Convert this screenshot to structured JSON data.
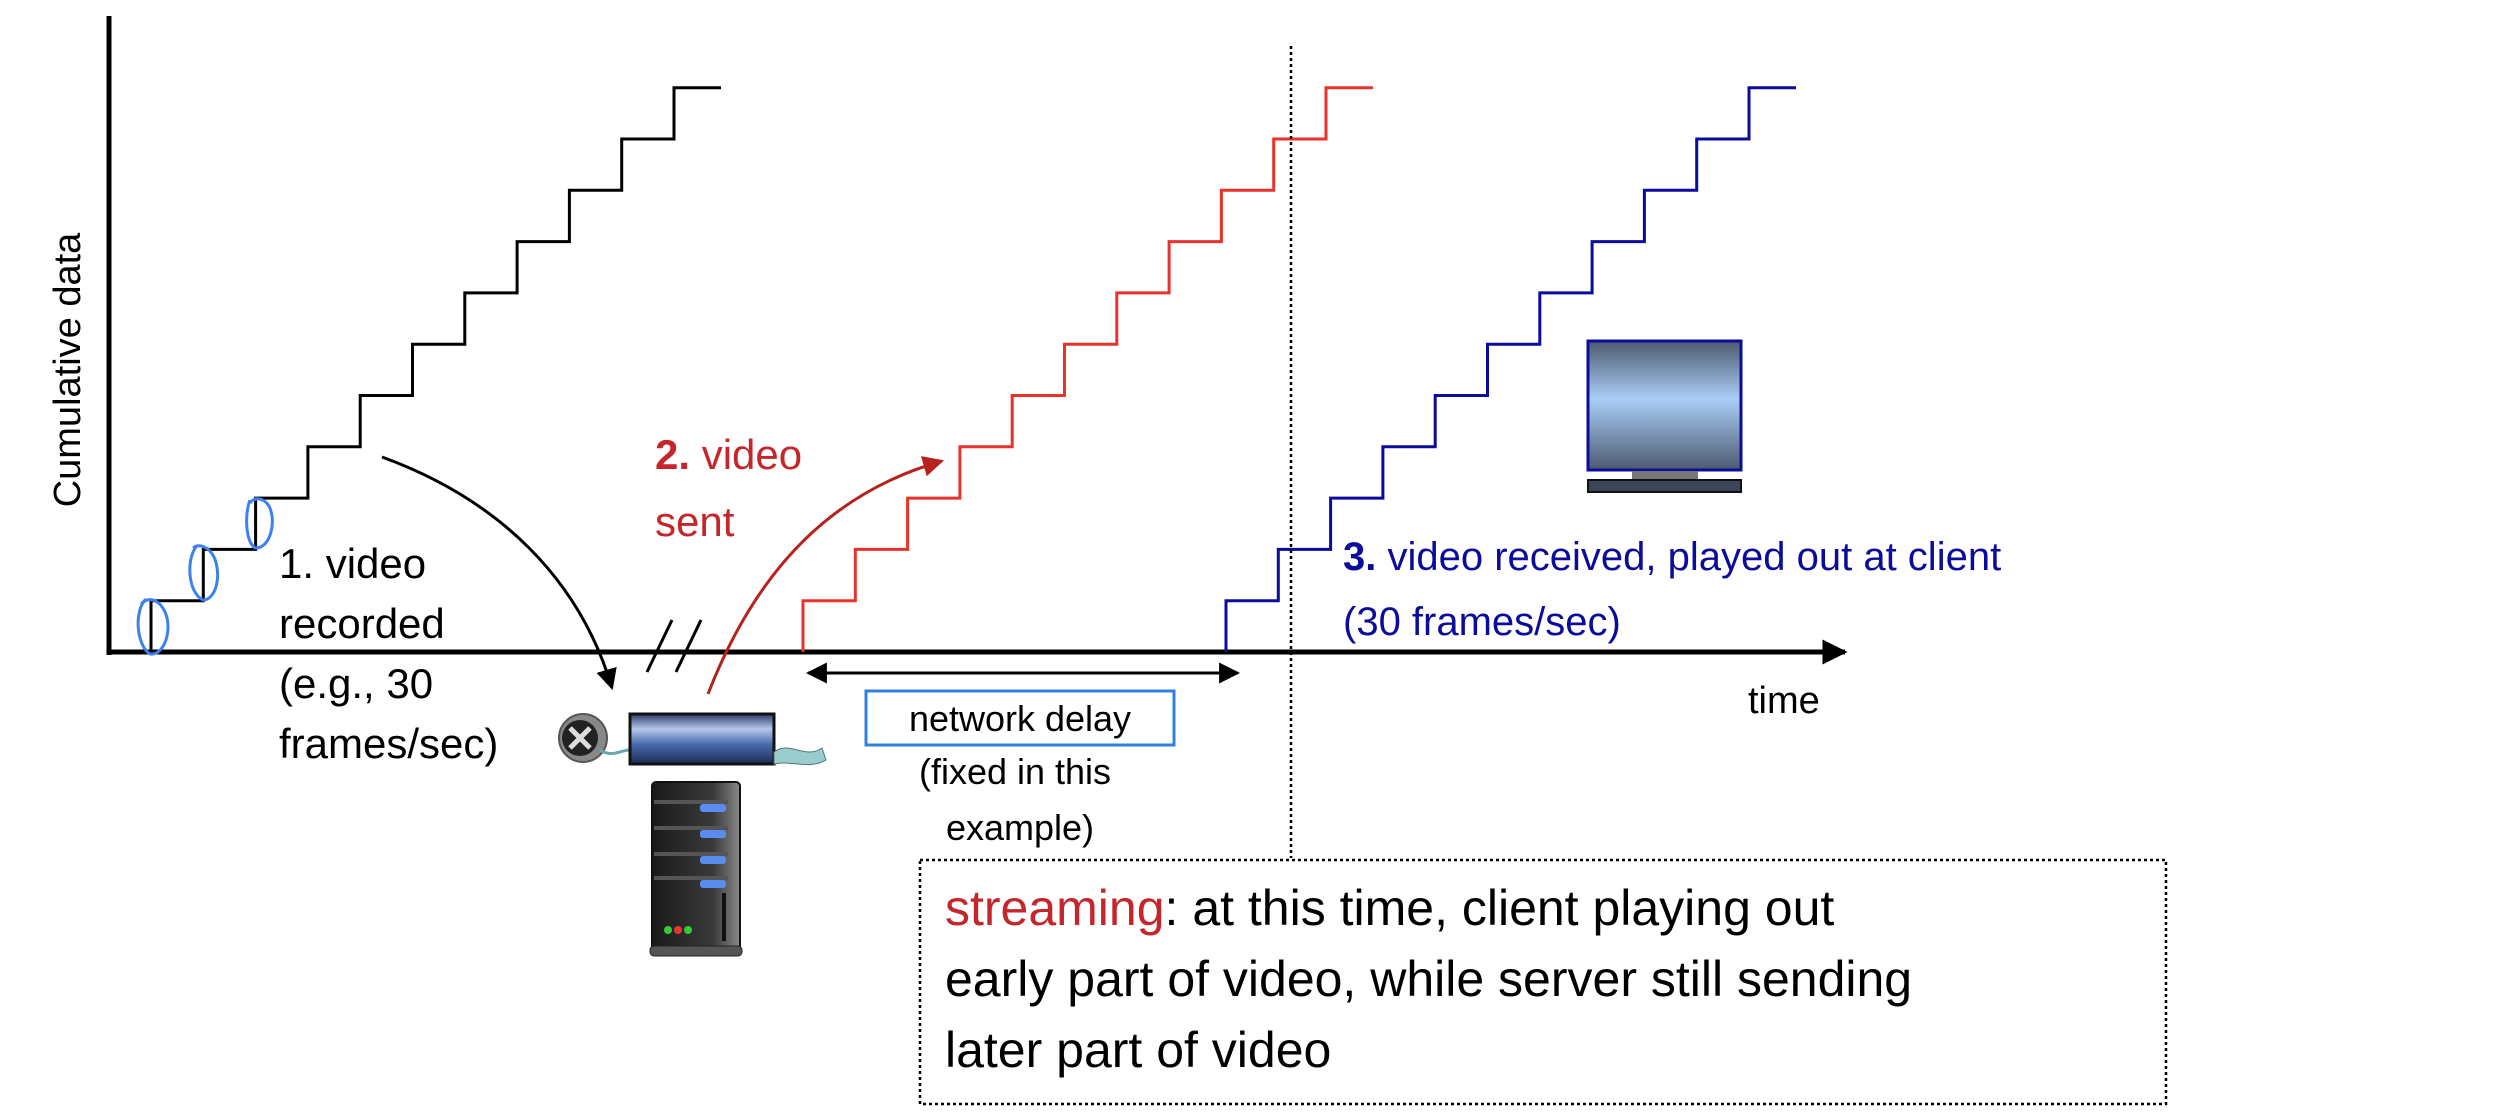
{
  "axes": {
    "ylabel": "Cumulative data",
    "xlabel": "time"
  },
  "series": [
    {
      "name": "recorded",
      "color": "#000000",
      "frames": 11
    },
    {
      "name": "sent",
      "color": "#e8322b",
      "frames": 11
    },
    {
      "name": "received",
      "color": "#0c0c9c",
      "frames": 11
    }
  ],
  "labels": {
    "recorded": {
      "lines": [
        "1.  video",
        "recorded",
        "(e.g., 30",
        "frames/sec)"
      ]
    },
    "sent": {
      "number": "2.",
      "lines": [
        " video",
        "sent"
      ],
      "color": "#c4262b"
    },
    "received": {
      "number": "3.",
      "line1": " video received, played out at client",
      "line2": "(30 frames/sec)",
      "color": "#0c0c9c"
    },
    "network_delay": {
      "title": "network delay",
      "lines": [
        "(fixed in this",
        "example)"
      ],
      "box_color": "#2f7fe0"
    }
  },
  "callout": {
    "keyword": "streaming",
    "line1_rest": ": at this time, client  playing out",
    "line2": "early part of video, while server still sending",
    "line3": "later part of video",
    "keyword_color": "#c4262b"
  },
  "annotation_color": "#3b82f0"
}
